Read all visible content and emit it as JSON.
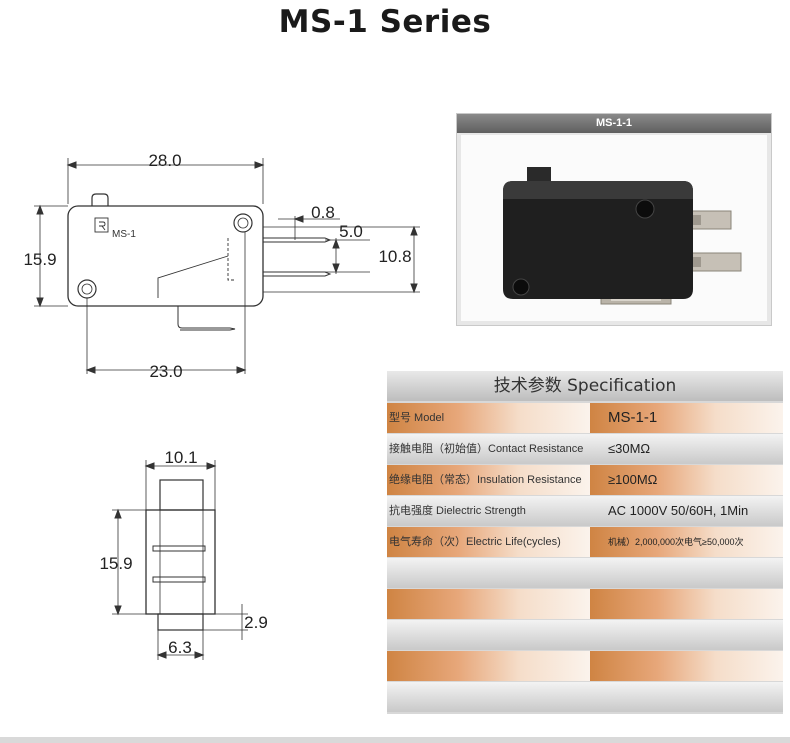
{
  "title": "MS-1 Series",
  "drawing_side": {
    "width": "28.0",
    "height": "15.9",
    "pin_thickness": "0.8",
    "pin_pitch": "5.0",
    "pin_span": "10.8",
    "hole_pitch": "23.0",
    "body_marking": "MS-1"
  },
  "drawing_top": {
    "width": "10.1",
    "height": "15.9",
    "base_height": "2.9",
    "base_width": "6.3"
  },
  "photo": {
    "header": "MS-1-1"
  },
  "spec": {
    "heading": "技术参数 Specification",
    "rows": [
      {
        "label": "型号 Model",
        "value": "MS-1-1",
        "style": "orange"
      },
      {
        "label": "接触电阻（初始值）Contact Resistance",
        "value": "≤30MΩ",
        "style": "grey"
      },
      {
        "label": "绝缘电阻（常态）Insulation Resistance",
        "value": "≥100MΩ",
        "style": "orange"
      },
      {
        "label": "抗电强度 Dielectric Strength",
        "value": "AC 1000V 50/60H, 1Min",
        "style": "grey"
      },
      {
        "label": "电气寿命（次）Electric Life(cycles)",
        "value": "机械）2,000,000次电气≥50,000次",
        "style": "orange"
      },
      {
        "label": "",
        "value": "",
        "style": "grey"
      },
      {
        "label": "",
        "value": "",
        "style": "orange"
      },
      {
        "label": "",
        "value": "",
        "style": "grey"
      },
      {
        "label": "",
        "value": "",
        "style": "orange"
      },
      {
        "label": "",
        "value": "",
        "style": "grey"
      }
    ]
  }
}
